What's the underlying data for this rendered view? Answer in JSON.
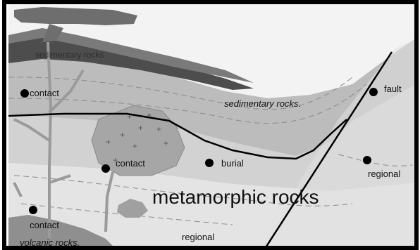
{
  "colors": {
    "frame": "#000000",
    "sky": "#f2f2f2",
    "sediment_dark": "#5a5a5a",
    "sediment_mid": "#b8b8b8",
    "rock_light": "#e6e6e6",
    "rock_mid": "#cfcfcf",
    "pluton": "#a9a9a9",
    "volcanic": "#8f8f8f",
    "dot": "#000000"
  },
  "labels": {
    "sedimentary": "sedimentary rocks.",
    "metamorphic": "metamorphic rocks",
    "volcanic": "volcanic rocks.",
    "fault": "fault",
    "burial": "burial",
    "contact_top": "contact",
    "contact_middle": "contact",
    "contact_bottom": "contact",
    "regional_right": "regional",
    "regional_bottom": "regional",
    "faint_top": "sedimentary rocks"
  }
}
